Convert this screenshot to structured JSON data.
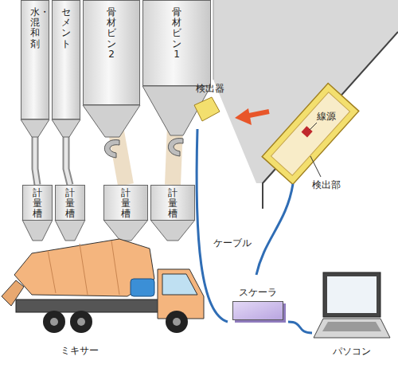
{
  "diagram": {
    "nodes": [
      {
        "text": [
          "水・混和剤"
        ]
      },
      {
        "text": [
          "セメント"
        ]
      },
      {
        "text": [
          "骨材ビン2"
        ]
      },
      {
        "text": [
          "骨材ビン1"
        ]
      },
      {
        "text": [
          "検出器"
        ]
      },
      {
        "text": [
          "計量槽"
        ]
      },
      {
        "text": [
          "計量槽"
        ]
      },
      {
        "text": [
          "計量槽"
        ]
      },
      {
        "text": [
          "計量槽"
        ]
      },
      {
        "text": [
          "スケーラ"
        ]
      },
      {
        "text": [
          "パソコン"
        ]
      }
    ],
    "edges": [
      {
        "from": 0,
        "to": 5,
        "arrow": "none"
      },
      {
        "from": 1,
        "to": 6,
        "arrow": "none"
      },
      {
        "from": 2,
        "to": 7,
        "arrow": "none"
      },
      {
        "from": 3,
        "to": 8,
        "arrow": "none"
      },
      {
        "from": 4,
        "to": 9,
        "arrow": "none"
      },
      {
        "from": 9,
        "to": 10,
        "arrow": "none"
      }
    ],
    "labels": [
      "ミキサー",
      "ケーブル",
      "線源",
      "検出部"
    ]
  }
}
